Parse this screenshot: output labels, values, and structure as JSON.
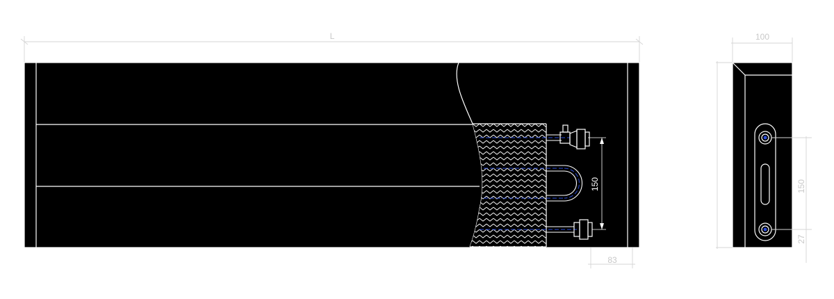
{
  "drawing": {
    "colors": {
      "background": "#ffffff",
      "body": "#000000",
      "outline": "#ffffff",
      "dimension": "#d6d6d6",
      "pipe_centerline": "#2a4bd7"
    },
    "front_view": {
      "length_label": "L",
      "pipe_spacing_label": "150",
      "end_offset_label": "83"
    },
    "side_view": {
      "width_label": "100",
      "pipe_spacing_label": "150",
      "bottom_offset_label": "27"
    }
  }
}
